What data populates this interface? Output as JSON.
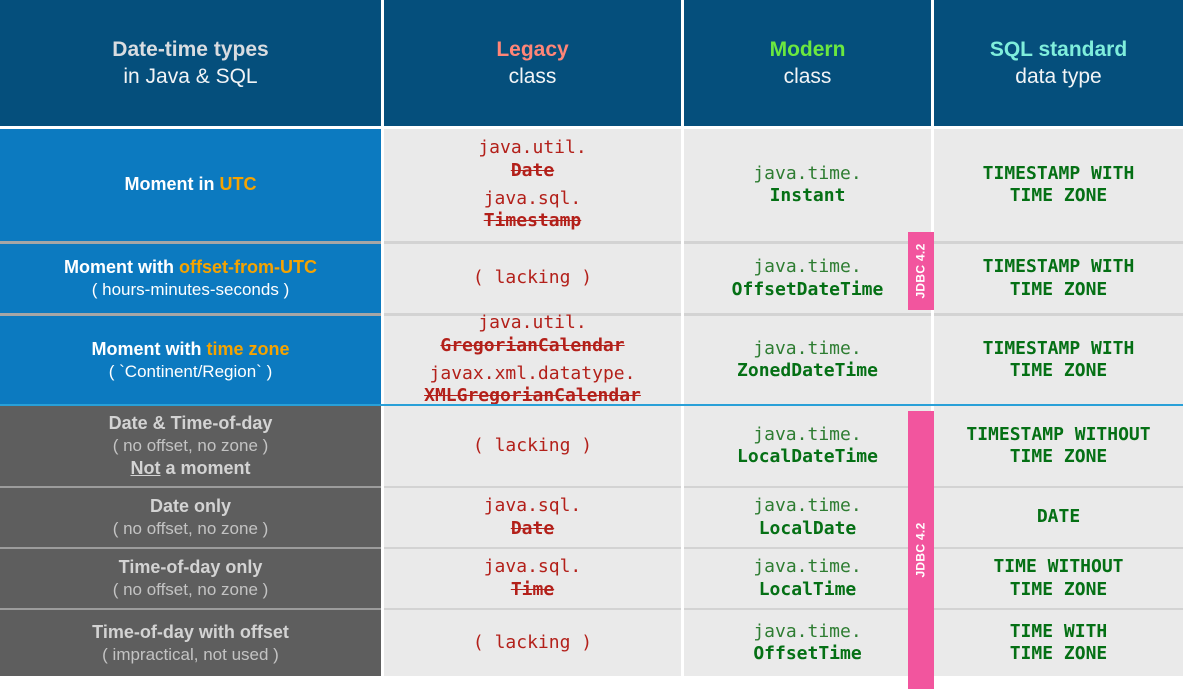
{
  "colors": {
    "header_bg": "#054F7C",
    "row_blue": "#0C7AC0",
    "row_gray": "#5E5E5E",
    "code_bg": "#EAEAEA",
    "legacy_accent": "#FF8577",
    "modern_accent": "#6BE83F",
    "sql_accent": "#7FEEDC",
    "legacy_code": "#B3201A",
    "modern_code": "#057015",
    "highlight": "#F5A300",
    "badge_pink": "#F2559E",
    "section_line": "#29A0D8"
  },
  "header": {
    "col1_line1": "Date-time types",
    "col1_line2": "in Java & SQL",
    "col2_line1": "Legacy",
    "col2_line2": "class",
    "col3_line1": "Modern",
    "col3_line2": "class",
    "col4_line1": "SQL standard",
    "col4_line2": "data type"
  },
  "badges": {
    "top": "JDBC 4.2",
    "bottom": "JDBC 4.2"
  },
  "rows": [
    {
      "label_main_pre": "Moment in ",
      "label_main_hl": "UTC",
      "label_main_post": "",
      "label_sub": "",
      "label_extra": "",
      "legacy": [
        {
          "pkg": "java.util.",
          "cls": "Date"
        },
        {
          "pkg": "java.sql.",
          "cls": "Timestamp"
        }
      ],
      "modern": [
        {
          "pkg": "java.time.",
          "cls": "Instant"
        }
      ],
      "sql": [
        "TIMESTAMP WITH",
        "TIME ZONE"
      ]
    },
    {
      "label_main_pre": "Moment with ",
      "label_main_hl": "offset-from-UTC",
      "label_main_post": "",
      "label_sub": "( hours-minutes-seconds )",
      "label_extra": "",
      "legacy_lacking": "( lacking )",
      "legacy": [],
      "modern": [
        {
          "pkg": "java.time.",
          "cls": "OffsetDateTime"
        }
      ],
      "sql": [
        "TIMESTAMP WITH",
        "TIME ZONE"
      ]
    },
    {
      "label_main_pre": "Moment with ",
      "label_main_hl": "time zone",
      "label_main_post": "",
      "label_sub": "( `Continent/Region` )",
      "label_extra": "",
      "legacy": [
        {
          "pkg": "java.util.",
          "cls": "GregorianCalendar"
        },
        {
          "pkg": "javax.xml.datatype.",
          "cls": "XMLGregorianCalendar"
        }
      ],
      "modern": [
        {
          "pkg": "java.time.",
          "cls": "ZonedDateTime"
        }
      ],
      "sql": [
        "TIMESTAMP WITH",
        "TIME ZONE"
      ]
    },
    {
      "label_main_pre": "Date & Time-of-day",
      "label_main_hl": "",
      "label_main_post": "",
      "label_sub": "( no offset, no zone )",
      "label_extra_emph": "Not",
      "label_extra_rest": " a moment",
      "legacy_lacking": "( lacking )",
      "legacy": [],
      "modern": [
        {
          "pkg": "java.time.",
          "cls": "LocalDateTime"
        }
      ],
      "sql": [
        "TIMESTAMP WITHOUT",
        "TIME ZONE"
      ]
    },
    {
      "label_main_pre": "Date only",
      "label_main_hl": "",
      "label_main_post": "",
      "label_sub": "( no offset, no zone )",
      "label_extra": "",
      "legacy": [
        {
          "pkg": "java.sql.",
          "cls": "Date"
        }
      ],
      "modern": [
        {
          "pkg": "java.time.",
          "cls": "LocalDate"
        }
      ],
      "sql": [
        "DATE"
      ]
    },
    {
      "label_main_pre": "Time-of-day only",
      "label_main_hl": "",
      "label_main_post": "",
      "label_sub": "( no offset, no zone )",
      "label_extra": "",
      "legacy": [
        {
          "pkg": "java.sql.",
          "cls": "Time"
        }
      ],
      "modern": [
        {
          "pkg": "java.time.",
          "cls": "LocalTime"
        }
      ],
      "sql": [
        "TIME WITHOUT",
        "TIME ZONE"
      ]
    },
    {
      "label_main_pre": "Time-of-day with offset",
      "label_main_hl": "",
      "label_main_post": "",
      "label_sub": "( impractical, not used )",
      "label_extra": "",
      "legacy_lacking": "( lacking )",
      "legacy": [],
      "modern": [
        {
          "pkg": "java.time.",
          "cls": "OffsetTime"
        }
      ],
      "sql": [
        "TIME WITH",
        "TIME ZONE"
      ]
    }
  ]
}
